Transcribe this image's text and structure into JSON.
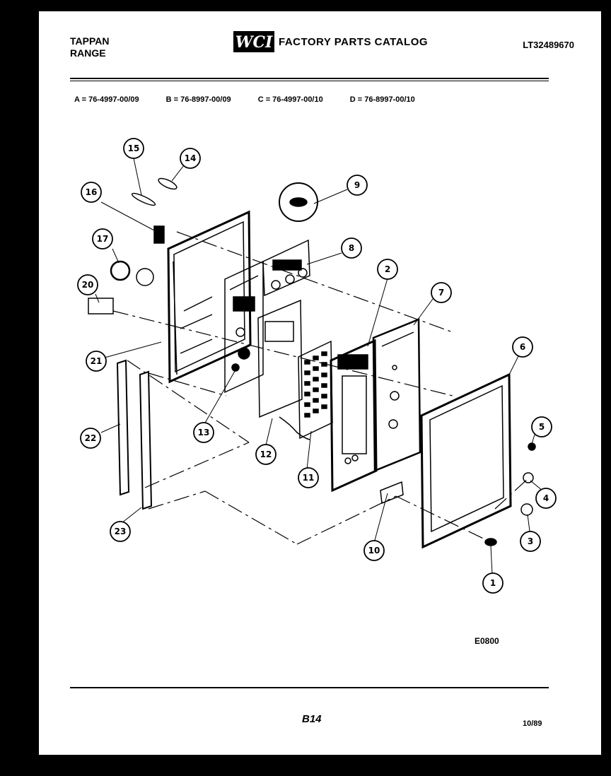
{
  "header": {
    "brand_line1": "TAPPAN",
    "brand_line2": "RANGE",
    "catalog_logo_text": "WCI",
    "catalog_title": "FACTORY PARTS CATALOG",
    "catalog_number": "LT32489670"
  },
  "models": [
    "A = 76-4997-00/09",
    "B = 76-8997-00/09",
    "C = 76-4997-00/10",
    "D = 76-8997-00/10"
  ],
  "callouts": [
    "1",
    "2",
    "3",
    "4",
    "5",
    "6",
    "7",
    "8",
    "9",
    "10",
    "11",
    "12",
    "13",
    "14",
    "15",
    "16",
    "17",
    "20",
    "21",
    "22",
    "23"
  ],
  "footer": {
    "drawing_code": "E0800",
    "page_number": "B14",
    "date": "10/89"
  },
  "colors": {
    "ink": "#000000",
    "paper": "#ffffff",
    "border": "#000000"
  }
}
